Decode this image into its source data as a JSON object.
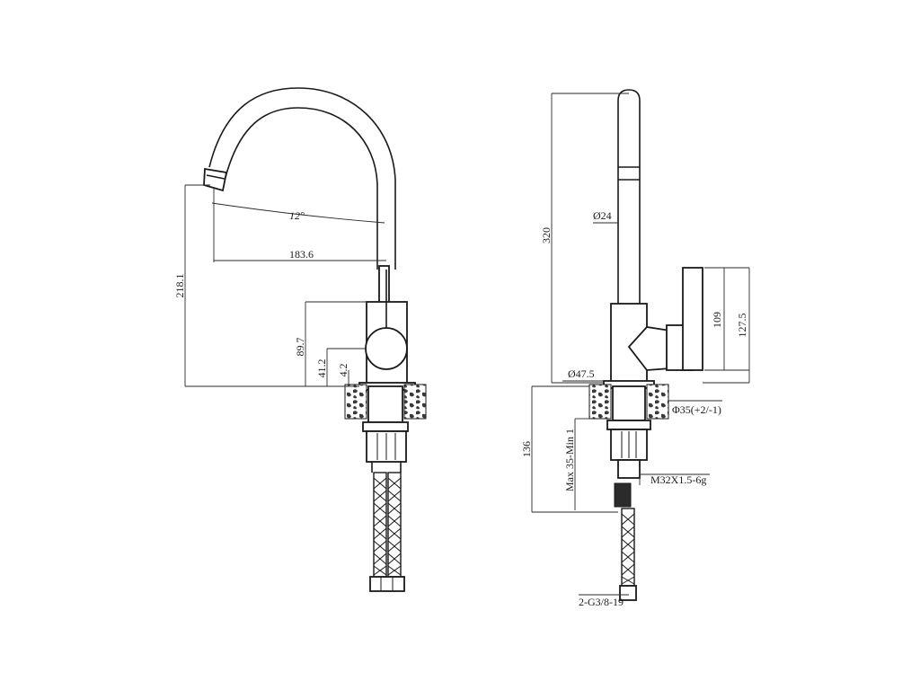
{
  "front_view": {
    "dim_spout_height": "218.1",
    "dim_angle": "12°",
    "dim_reach": "183.6",
    "dim_handle_height": "89.7",
    "dim_handle_center": "41.2",
    "dim_base_gap": "4.2"
  },
  "side_view": {
    "dim_total_height": "320",
    "dim_spout_diameter": "Ø24",
    "dim_handle_total": "127.5",
    "dim_handle_length": "109",
    "dim_base_diameter": "Ø47.5",
    "dim_hole_diameter": "Φ35(+2/-1)",
    "dim_below_deck": "136",
    "dim_deck_thickness": "Max 35-Min 1",
    "thread_spec": "M32X1.5-6g",
    "hose_spec": "2-G3/8-19"
  }
}
